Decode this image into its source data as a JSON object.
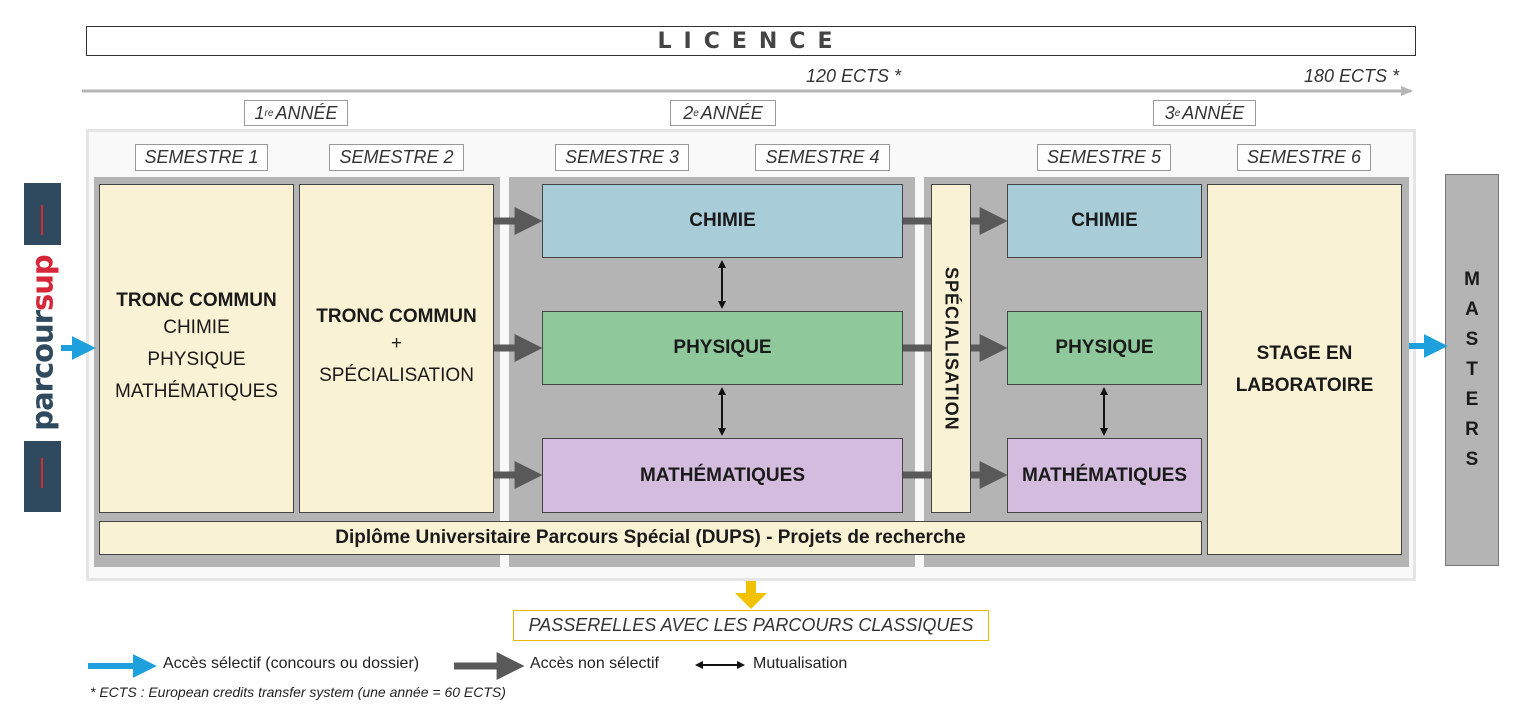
{
  "header": {
    "title": "LICENCE",
    "ects_mid": "120 ECTS *",
    "ects_end": "180 ECTS *"
  },
  "years": [
    {
      "num": "1",
      "sup": "re",
      "label": "ANNÉE"
    },
    {
      "num": "2",
      "sup": "e",
      "label": "ANNÉE"
    },
    {
      "num": "3",
      "sup": "e",
      "label": "ANNÉE"
    }
  ],
  "semesters": [
    "SEMESTRE 1",
    "SEMESTRE 2",
    "SEMESTRE 3",
    "SEMESTRE 4",
    "SEMESTRE 5",
    "SEMESTRE 6"
  ],
  "parcoursup": {
    "part1": "parcour",
    "part2": "sup"
  },
  "tronc1": {
    "title": "TRONC COMMUN",
    "lines": [
      "CHIMIE",
      "PHYSIQUE",
      "MATHÉMATIQUES"
    ]
  },
  "tronc2": {
    "title": "TRONC COMMUN",
    "plus": "+",
    "line": "SPÉCIALISATION"
  },
  "year2_boxes": {
    "chimie": "CHIMIE",
    "physique": "PHYSIQUE",
    "maths": "MATHÉMATIQUES"
  },
  "specialisation": "SPÉCIALISATION",
  "year3_boxes": {
    "chimie": "CHIMIE",
    "physique": "PHYSIQUE",
    "maths": "MATHÉMATIQUES"
  },
  "stage": {
    "line1": "STAGE EN",
    "line2": "LABORATOIRE"
  },
  "masters": [
    "M",
    "A",
    "S",
    "T",
    "E",
    "R",
    "S"
  ],
  "dups": "Diplôme Universitaire Parcours Spécial (DUPS) - Projets de recherche",
  "passerelles": "PASSERELLES AVEC LES PARCOURS CLASSIQUES",
  "legend": {
    "selective": "Accès sélectif (concours ou dossier)",
    "non_selective": "Accès non sélectif",
    "mutualisation": "Mutualisation"
  },
  "footnote": "* ECTS : European credits transfer system (une année = 60 ECTS)",
  "colors": {
    "cream": "#faf2d4",
    "blue": "#a8cdd9",
    "green": "#8fc89b",
    "purple": "#d4bcde",
    "panel_gray": "#b4b4b4",
    "selective_arrow": "#1ea0dc",
    "non_selective_arrow": "#595959",
    "passerelle_arrow": "#f2c200"
  },
  "icons": {
    "selective": "cyan-arrow-icon",
    "non_selective": "gray-arrow-icon",
    "mutualisation": "double-arrow-icon"
  }
}
